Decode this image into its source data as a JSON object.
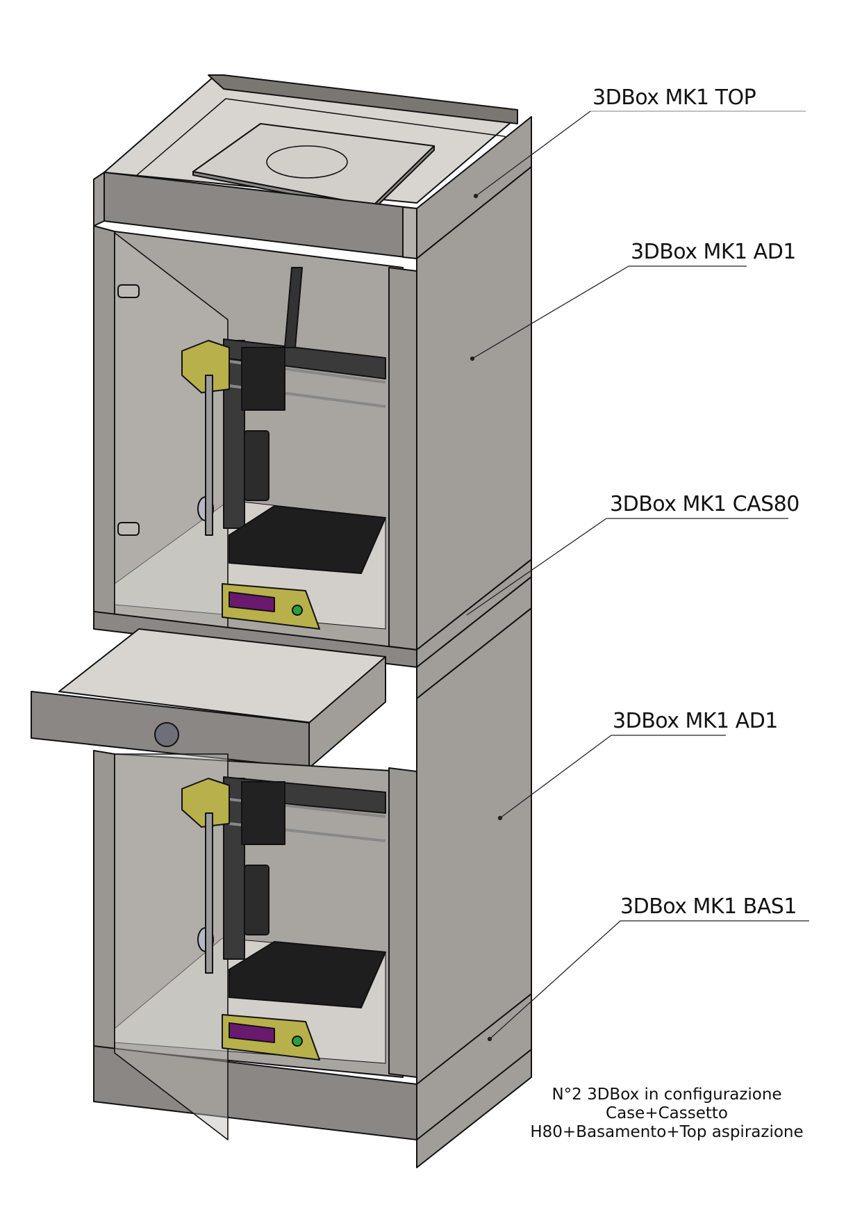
{
  "callouts": [
    {
      "id": "top",
      "label": "3DBox MK1 TOP"
    },
    {
      "id": "ad1_upper",
      "label": "3DBox MK1 AD1"
    },
    {
      "id": "cas80",
      "label": "3DBox MK1 CAS80"
    },
    {
      "id": "ad1_lower",
      "label": "3DBox MK1 AD1"
    },
    {
      "id": "bas1",
      "label": "3DBox MK1 BAS1"
    }
  ],
  "caption": {
    "line1": "N°2 3DBox in configurazione",
    "line2": "Case+Cassetto",
    "line3": "H80+Basamento+Top aspirazione"
  },
  "colors": {
    "panel_side": "#a19e9a",
    "panel_front": "#8a8784",
    "panel_top": "#d8d5d1",
    "interior": "#c9c6c2",
    "printer_frame": "#3a3a3a",
    "printer_yellow": "#b8b04a",
    "lcd_screen": "#6a1a6e",
    "knob_green": "#2e9e3a",
    "glass": "#bdbab6"
  }
}
